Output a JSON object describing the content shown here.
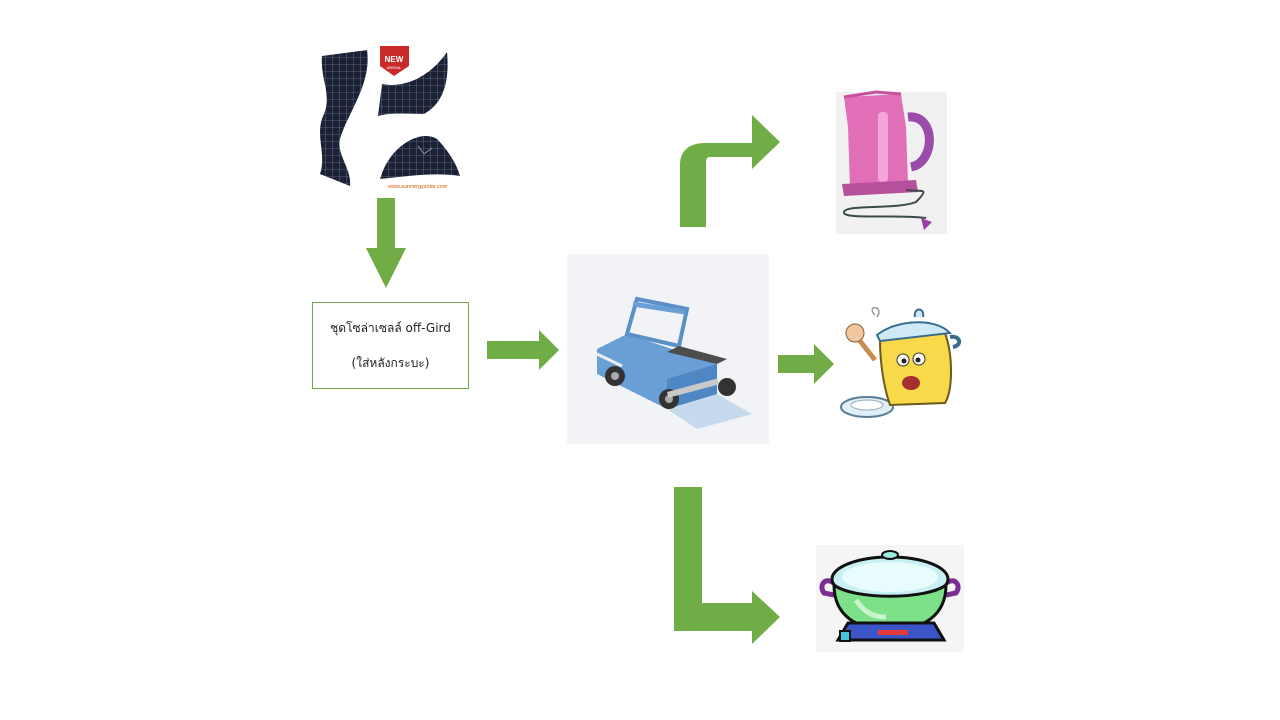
{
  "solar_panel": {
    "badge_top": "NEW",
    "badge_bottom": "ARRIVAL",
    "url": "www.sunnergysolar.com"
  },
  "offgrid_box": {
    "line1": "ชุดโซล่าเซลล์ off-Gird",
    "line2": "(ใส่หลังกระบะ)"
  },
  "colors": {
    "arrow": "#70ad47",
    "truck": "#6a9fd6",
    "kettle": "#e06fb8",
    "pot": "#7fe08a"
  },
  "icons": {
    "solar": "solar-panel-icon",
    "truck": "pickup-truck-icon",
    "kettle": "electric-kettle-icon",
    "rice_cooker": "rice-cooker-icon",
    "hot_pot": "electric-pot-icon"
  }
}
